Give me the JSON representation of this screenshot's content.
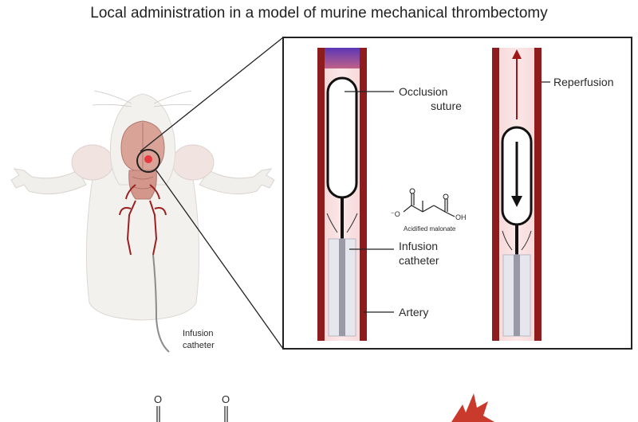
{
  "title": "Local administration in a model of murine mechanical thrombectomy",
  "left_panel": {
    "infusion_label_line1": "Infusion",
    "infusion_label_line2": "catheter"
  },
  "inset": {
    "occlusion_line1": "Occlusion",
    "occlusion_line2": "suture",
    "infusion_line1": "Infusion",
    "infusion_line2": "catheter",
    "artery": "Artery",
    "reperfusion": "Reperfusion",
    "molecule_caption": "Acidified malonate",
    "atom_o_minus": "⁻O",
    "atom_oh": "OH"
  },
  "bottom": {
    "atom_o_1": "O",
    "atom_o_2": "O"
  },
  "colors": {
    "artery_wall": "#8e1c1c",
    "vessel_lumen": "#f4cccc",
    "clot": "#5b3aa6",
    "arrow_red": "#a01818",
    "panel_border": "#222222",
    "mouse_body": "#f3f1ee",
    "brain": "#d9a398"
  }
}
